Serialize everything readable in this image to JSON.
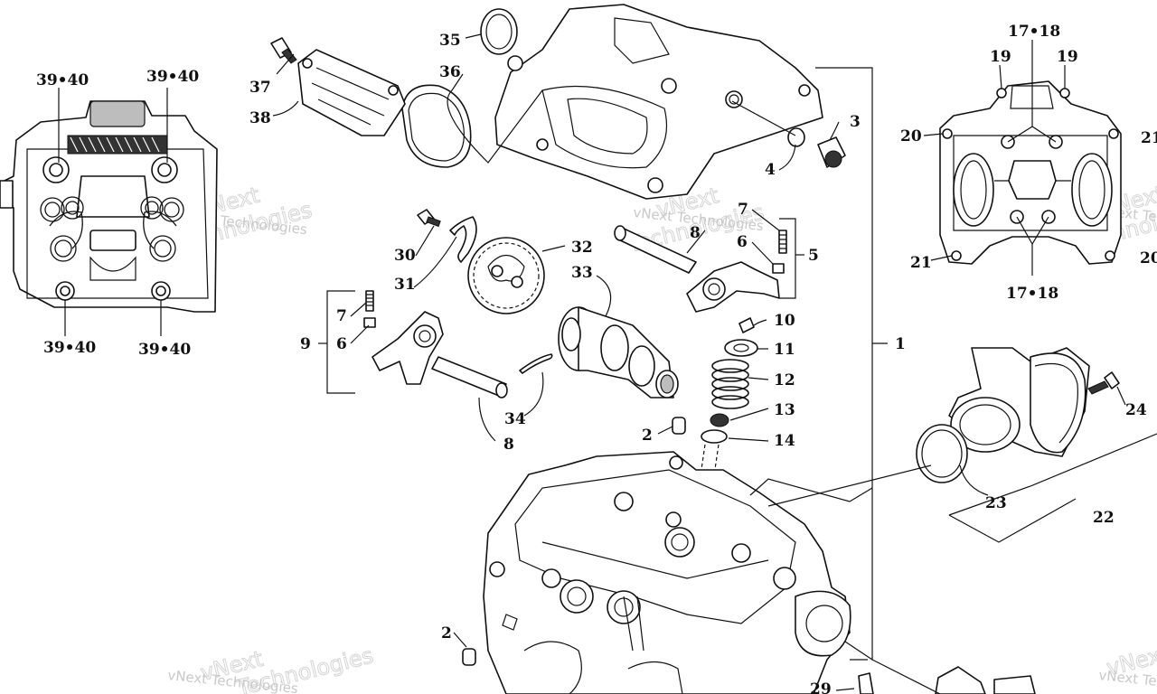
{
  "watermark": {
    "line1": "vNext",
    "line2": "Technologies",
    "full": "vNext Technologies"
  },
  "callouts": {
    "c1": "1",
    "c2a": "2",
    "c2b": "2",
    "c3": "3",
    "c4": "4",
    "c5": "5",
    "c6a": "6",
    "c6b": "6",
    "c7a": "7",
    "c7b": "7",
    "c8a": "8",
    "c8b": "8",
    "c9": "9",
    "c10": "10",
    "c11": "11",
    "c12": "12",
    "c13": "13",
    "c14": "14",
    "c17_18_top": "17•18",
    "c17_18_bottom": "17•18",
    "c19a": "19",
    "c19b": "19",
    "c20a": "20",
    "c20b": "20",
    "c21a": "21",
    "c21b": "21",
    "c22": "22",
    "c23": "23",
    "c24": "24",
    "c29": "29",
    "c30": "30",
    "c31": "31",
    "c32": "32",
    "c33": "33",
    "c34": "34",
    "c35": "35",
    "c36": "36",
    "c37": "37",
    "c38": "38",
    "c39_40_tl": "39•40",
    "c39_40_tr": "39•40",
    "c39_40_bl": "39•40",
    "c39_40_br": "39•40"
  }
}
